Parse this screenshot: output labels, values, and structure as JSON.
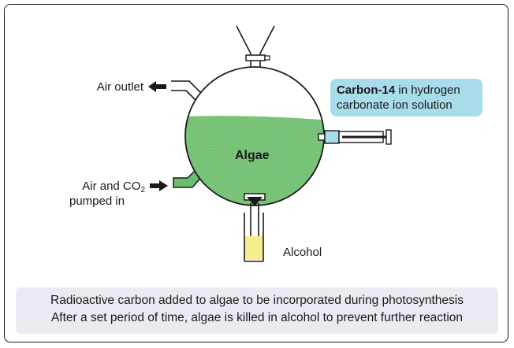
{
  "labels": {
    "air_outlet": "Air outlet",
    "air_co2_line1_prefix": "Air and CO",
    "air_co2_subscript": "2",
    "air_co2_line2": "pumped in",
    "algae": "Algae",
    "alcohol": "Alcohol"
  },
  "callout": {
    "bold": "Carbon-14",
    "rest_line1": " in hydrogen",
    "line2": "carbonate ion solution"
  },
  "caption": {
    "line1": "Radioactive carbon added to algae to be incorporated during photosynthesis",
    "line2": "After a set period of time, algae is killed in alcohol to prevent further reaction"
  },
  "colors": {
    "algae_green": "#6dbe6d",
    "alcohol_yellow": "#f5ee8a",
    "callout_blue": "#a9dcea",
    "caption_bg": "#ece9f3"
  }
}
